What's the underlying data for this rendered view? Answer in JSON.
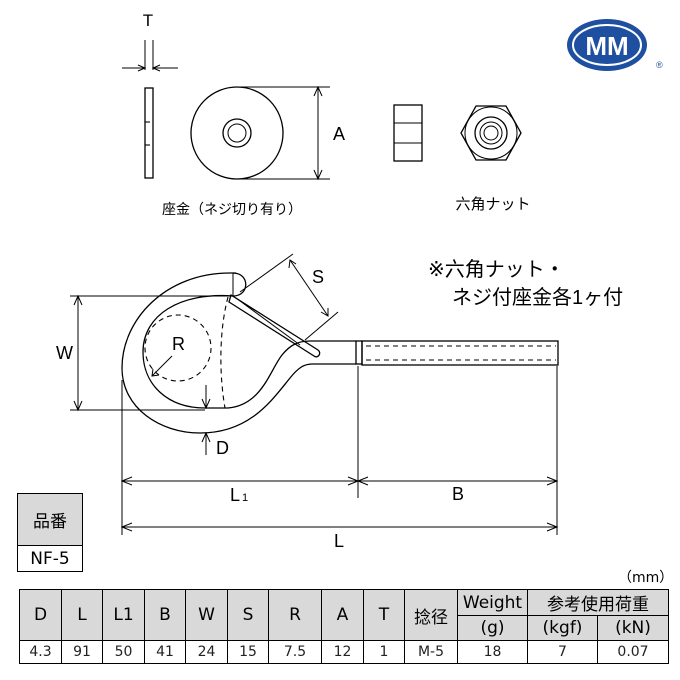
{
  "logo": {
    "text": "MM",
    "registered": "®",
    "color": "#1f4fa0"
  },
  "drawing": {
    "washer": {
      "thickness_label": "T",
      "dimension_label": "A",
      "caption": "座金（ネジ切り有り）"
    },
    "nut": {
      "caption": "六角ナット"
    },
    "note": {
      "line1": "※六角ナット・",
      "line2": "ネジ付座金各1ヶ付"
    },
    "hook": {
      "w_label": "W",
      "s_label": "S",
      "r_label": "R",
      "d_label": "D",
      "l1_label": "L",
      "l1_sub": "1",
      "b_label": "B",
      "l_label": "L"
    }
  },
  "part_number": {
    "header": "品番",
    "value": "NF-5"
  },
  "unit": "（mm）",
  "table": {
    "headers": [
      "D",
      "L",
      "L1",
      "B",
      "W",
      "S",
      "R",
      "A",
      "T",
      "捻径",
      "Weight",
      "参考使用荷重"
    ],
    "weight_unit": "(g)",
    "load_units": [
      "(kgf)",
      "(kN)"
    ],
    "row": [
      "4.3",
      "91",
      "50",
      "41",
      "24",
      "15",
      "7.5",
      "12",
      "1",
      "M-5",
      "18",
      "7",
      "0.07"
    ]
  }
}
